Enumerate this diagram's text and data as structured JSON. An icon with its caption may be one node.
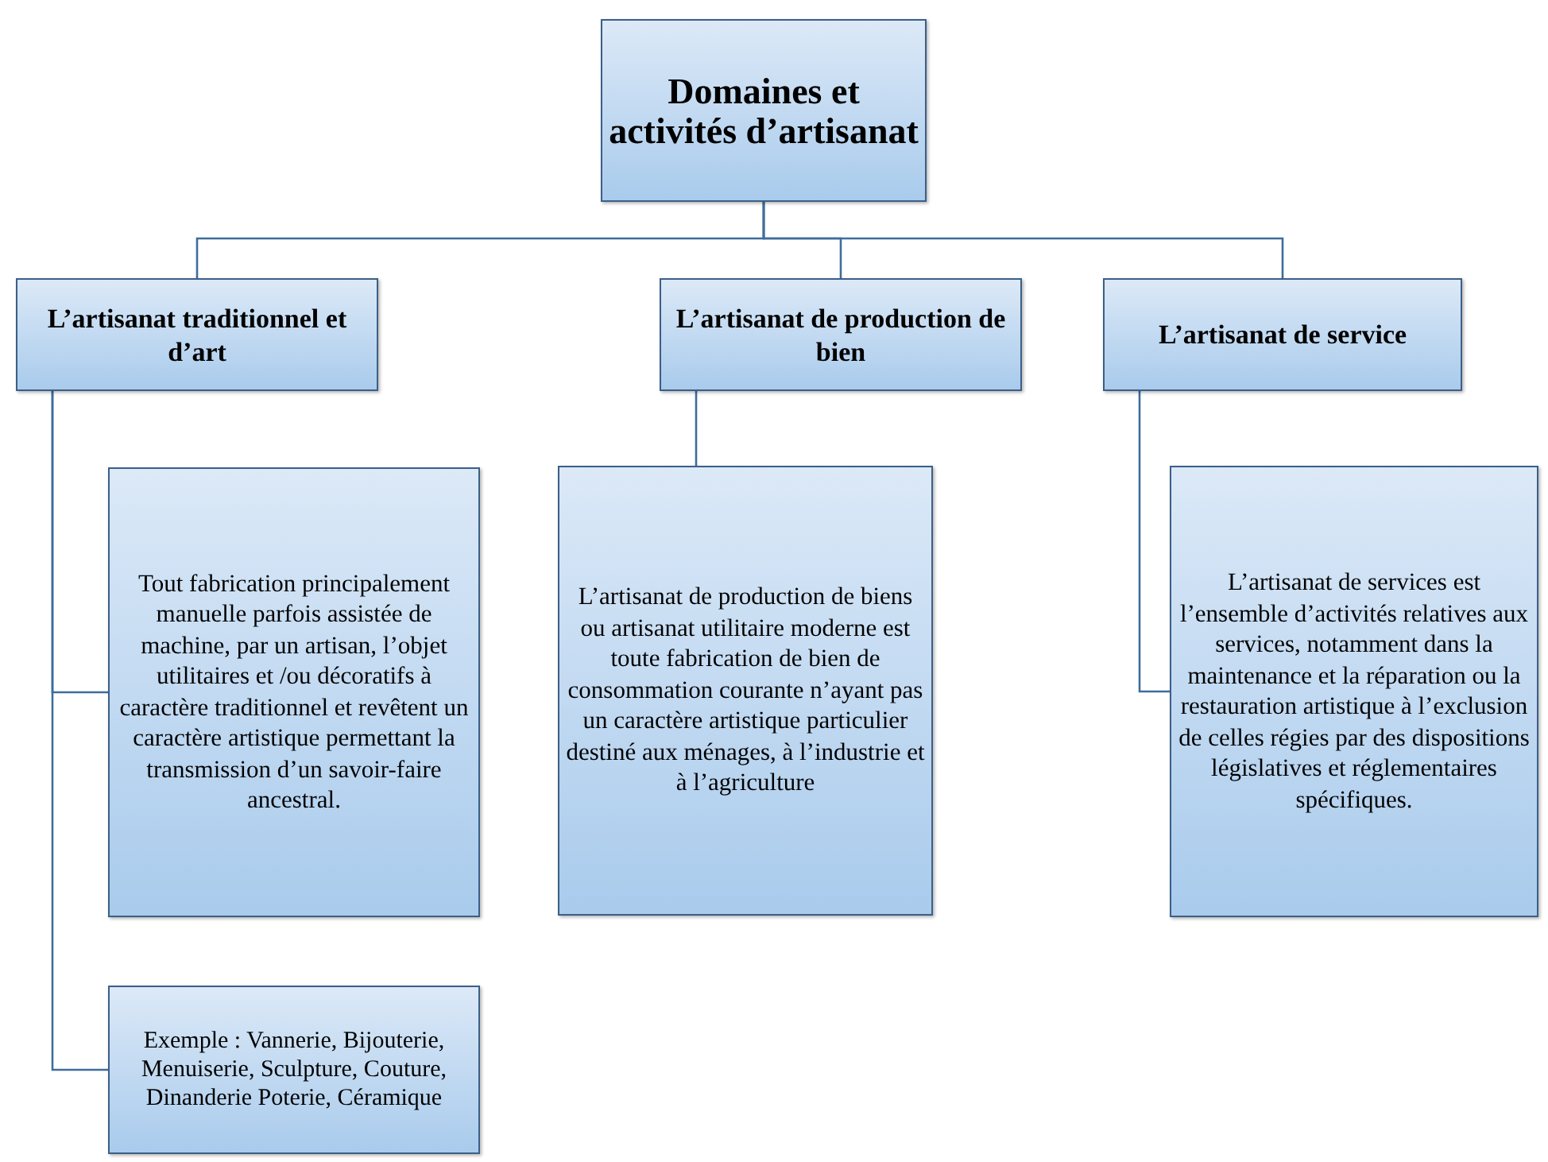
{
  "diagram": {
    "nodes": [
      {
        "text": [
          "Domaines et activités d’artisanat"
        ]
      },
      {
        "text": [
          "L’artisanat traditionnel et d’art"
        ]
      },
      {
        "text": [
          "L’artisanat de production de bien"
        ]
      },
      {
        "text": [
          "L’artisanat de service"
        ]
      },
      {
        "text": [
          "Tout fabrication principalement manuelle parfois assistée de machine, par un artisan, l’objet utilitaires et /ou décoratifs à caractère traditionnel et revêtent un caractère artistique permettant la transmission d’un savoir-faire ancestral."
        ]
      },
      {
        "text": [
          "L’artisanat de production de biens ou artisanat utilitaire moderne est toute fabrication de bien de consommation courante n’ayant pas un caractère artistique particulier destiné aux ménages, à l’industrie et à l’agriculture"
        ]
      },
      {
        "text": [
          "L’artisanat de services est l’ensemble d’activités relatives aux services, notamment dans la maintenance et la réparation ou la restauration artistique à l’exclusion de celles régies par des dispositions législatives et réglementaires spécifiques."
        ]
      },
      {
        "text": [
          "Exemple : Vannerie, Bijouterie, Menuiserie, Sculpture, Couture, Dinanderie Poterie, Céramique"
        ]
      }
    ],
    "edges": [
      {
        "from": 0,
        "to": 1,
        "arrow": "none"
      },
      {
        "from": 0,
        "to": 2,
        "arrow": "none"
      },
      {
        "from": 0,
        "to": 3,
        "arrow": "none"
      },
      {
        "from": 1,
        "to": 4,
        "arrow": "none"
      },
      {
        "from": 1,
        "to": 7,
        "arrow": "none"
      },
      {
        "from": 2,
        "to": 5,
        "arrow": "none"
      },
      {
        "from": 3,
        "to": 6,
        "arrow": "none"
      }
    ]
  }
}
